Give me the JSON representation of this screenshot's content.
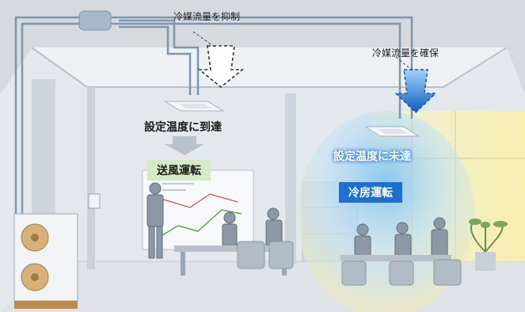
{
  "labels": {
    "suppress_flow": "冷媒流量を抑制",
    "ensure_flow": "冷媒流量を確保",
    "reached_temp": "設定温度に到達",
    "not_reached_temp": "設定温度に未達",
    "fan_mode": "送風運転",
    "cooling_mode": "冷房運転"
  },
  "colors": {
    "fan_mode_bg": "#d4ebc6",
    "cooling_mode_bg": "#1e6fd0",
    "cool_glow": "#9fd0f5",
    "warm_window": "#f3eab0",
    "pipe": "#7f95ad"
  },
  "icons": [
    "down-arrow-icon",
    "outdoor-unit-icon",
    "ceiling-cassette-icon",
    "plant-icon"
  ]
}
